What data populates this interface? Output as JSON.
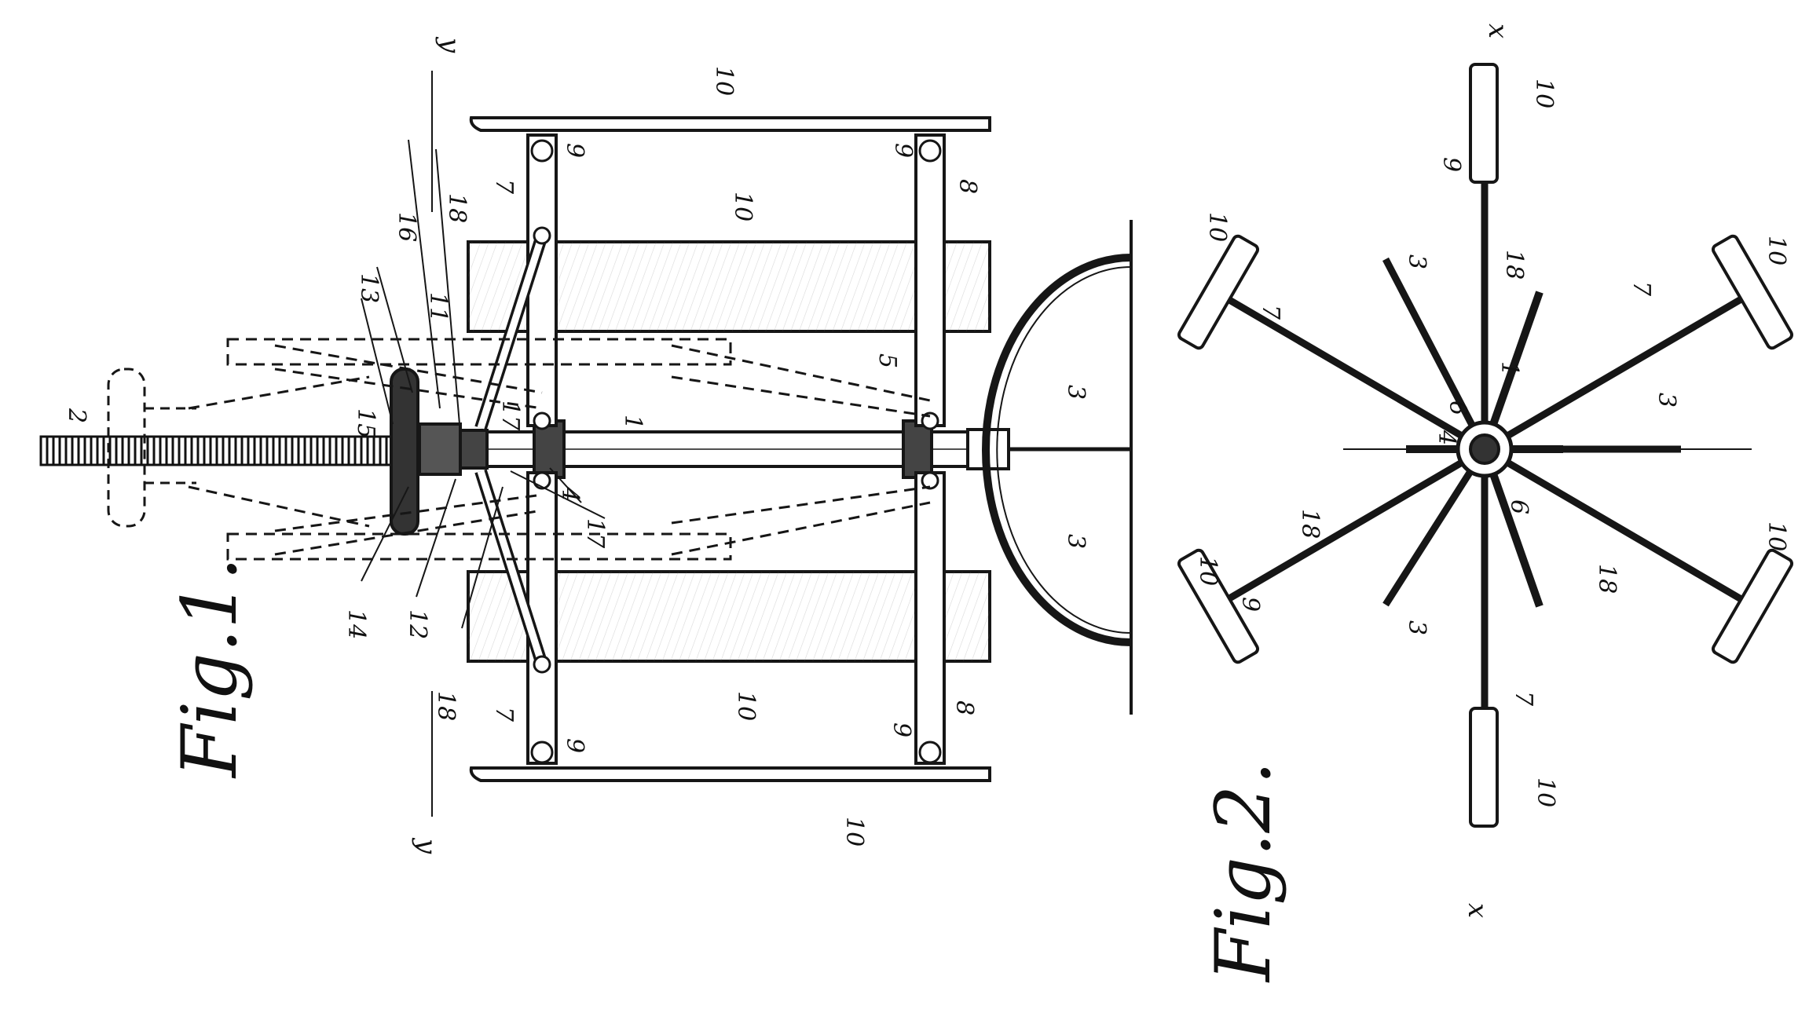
{
  "colors": {
    "ink": "#161616",
    "paper": "#ffffff",
    "hatch": "#555555"
  },
  "figures": {
    "fig1": {
      "caption": "Fig.1."
    },
    "fig2": {
      "caption": "Fig.2."
    }
  },
  "fig1_labels": {
    "l1": "1",
    "l2": "2",
    "l3a": "3",
    "l3b": "3",
    "l4": "4",
    "l5": "5",
    "l7a": "7",
    "l7b": "7",
    "l8a": "8",
    "l8b": "8",
    "l9a": "9",
    "l9b": "9",
    "l9c": "9",
    "l9d": "9",
    "l10a": "10",
    "l10b": "10",
    "l10c": "10",
    "l10d": "10",
    "l11": "11",
    "l12": "12",
    "l13": "13",
    "l14": "14",
    "l15": "15",
    "l16": "16",
    "l17a": "17",
    "l17b": "17",
    "l18a": "18",
    "l18b": "18",
    "ya": "y",
    "yb": "y"
  },
  "fig2_labels": {
    "l1": "1",
    "l3a": "3",
    "l3b": "3",
    "l3c": "3",
    "l4": "4",
    "l6a": "6",
    "l6b": "6",
    "l7a": "7",
    "l7b": "7",
    "l7c": "7",
    "l9a": "9",
    "l9b": "9",
    "l10a": "10",
    "l10b": "10",
    "l10c": "10",
    "l10d": "10",
    "l10e": "10",
    "l10f": "10",
    "l18a": "18",
    "l18b": "18",
    "l18c": "18",
    "xa": "x",
    "xb": "x"
  }
}
